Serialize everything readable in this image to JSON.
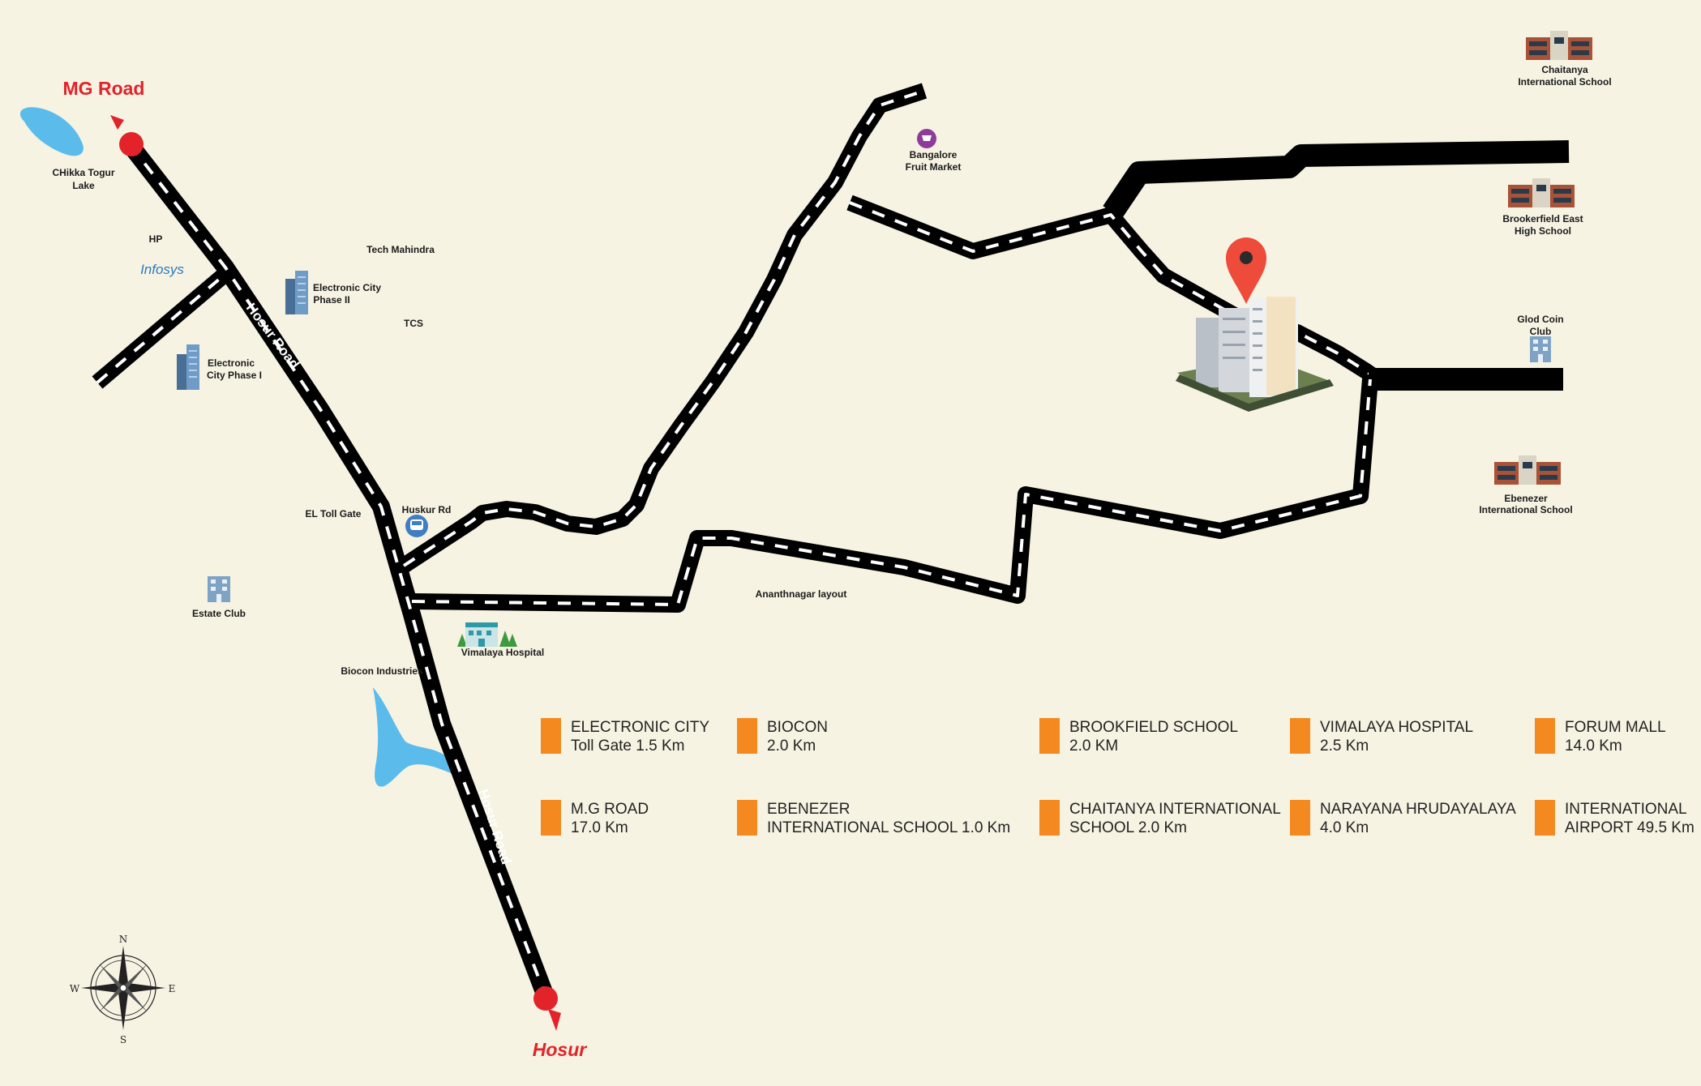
{
  "colors": {
    "background": "#f7f3e3",
    "road": "#000000",
    "road_marking": "#ffffff",
    "accent_red": "#e2232a",
    "water": "#5bbcec",
    "legend_marker": "#f4891f",
    "pin": "#ee4b3b",
    "fruit_market_icon": "#8e3c98",
    "infosys": "#2a7ac0"
  },
  "endpoints": {
    "north": "MG Road",
    "south": "Hosur"
  },
  "roads": {
    "hosur_road_upper": "Hosur Road",
    "hosur_road_lower": "Hosur Road"
  },
  "labels": {
    "chikka_togur_lake_1": "CHikka Togur",
    "chikka_togur_lake_2": "Lake",
    "hp": "HP",
    "infosys": "Infosys",
    "tech_mahindra": "Tech Mahindra",
    "electronic_city_ph2_1": "Electronic City",
    "electronic_city_ph2_2": "Phase II",
    "tcs": "TCS",
    "electronic_city_ph1_1": "Electronic",
    "electronic_city_ph1_2": "City Phase I",
    "el_toll_gate": "EL Toll Gate",
    "huskur_rd": "Huskur Rd",
    "estate_club": "Estate Club",
    "vimalaya_hospital": "Vimalaya Hospital",
    "biocon_industries": "Biocon Industries",
    "ananthnagar_layout": "Ananthnagar layout",
    "fruit_market_1": "Bangalore",
    "fruit_market_2": "Fruit Market",
    "chaitanya_1": "Chaitanya",
    "chaitanya_2": "International School",
    "brookerfield_1": "Brookerfield East",
    "brookerfield_2": "High School",
    "gold_coin_1": "Glod Coin",
    "gold_coin_2": "Club",
    "ebenezer_1": "Ebenezer",
    "ebenezer_2": "International School"
  },
  "compass": {
    "n": "N",
    "s": "S",
    "e": "E",
    "w": "W"
  },
  "legend": [
    {
      "line1": "ELECTRONIC CITY",
      "line2": "Toll Gate 1.5 Km"
    },
    {
      "line1": "BIOCON",
      "line2": "2.0 Km"
    },
    {
      "line1": "BROOKFIELD SCHOOL",
      "line2": "2.0 KM"
    },
    {
      "line1": "VIMALAYA HOSPITAL",
      "line2": "2.5 Km"
    },
    {
      "line1": "FORUM MALL",
      "line2": "14.0 Km"
    },
    {
      "line1": "M.G ROAD",
      "line2": "17.0 Km"
    },
    {
      "line1": "EBENEZER",
      "line2": "INTERNATIONAL SCHOOL 1.0 Km"
    },
    {
      "line1": "CHAITANYA INTERNATIONAL",
      "line2": "SCHOOL  2.0 Km"
    },
    {
      "line1": "NARAYANA HRUDAYALAYA",
      "line2": "4.0 Km"
    },
    {
      "line1": "INTERNATIONAL",
      "line2": "AIRPORT 49.5 Km"
    }
  ]
}
